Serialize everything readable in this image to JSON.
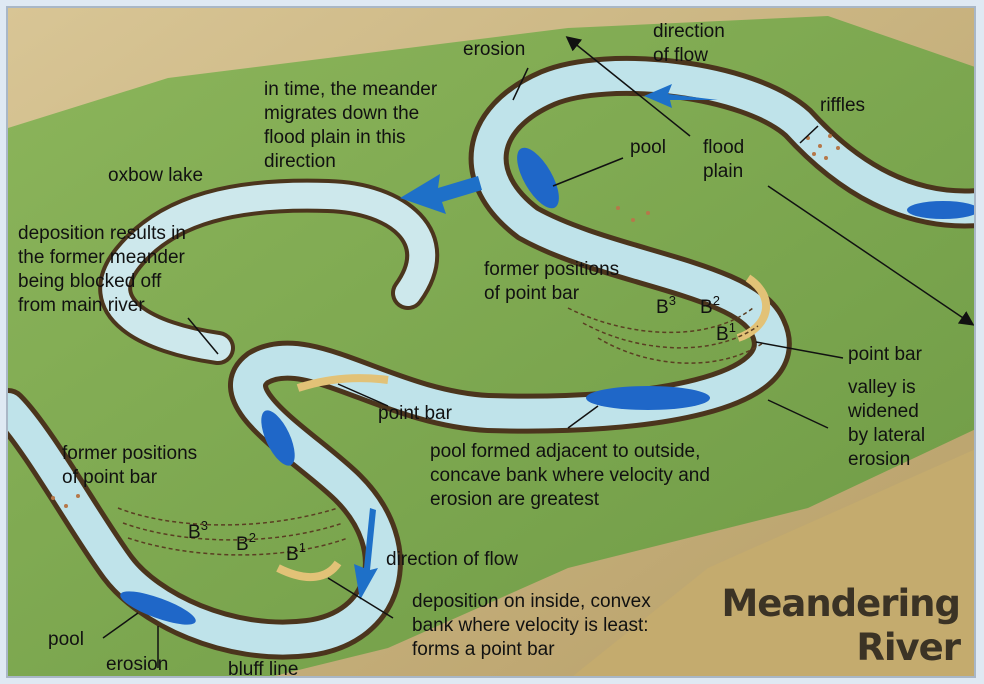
{
  "title": {
    "line1": "Meandering",
    "line2": "River"
  },
  "labels": {
    "erosion_top": "erosion",
    "direction_of_flow_top": "direction\nof flow",
    "riffles": "riffles",
    "meander_migrates": "in time, the meander\nmigrates down the\nflood plain in this\ndirection",
    "pool_top": "pool",
    "flood_plain": "flood\nplain",
    "oxbow_lake": "oxbow lake",
    "deposition_blocked": "deposition results in\nthe former meander\nbeing blocked off\nfrom main river",
    "former_positions_right": "former positions\nof point bar",
    "point_bar_right": "point bar",
    "valley_widened": "valley is\nwidened\nby lateral\nerosion",
    "point_bar_middle": "point bar",
    "pool_formed": "pool formed adjacent to outside,\nconcave bank where velocity and\nerosion are greatest",
    "former_positions_left": "former positions\nof point bar",
    "direction_of_flow_bottom": "direction of flow",
    "deposition_inside": "deposition on inside, convex\nbank where velocity is least:\nforms a point bar",
    "pool_bottom": "pool",
    "erosion_bottom": "erosion",
    "bluff_line": "bluff line"
  },
  "bar_marks": {
    "right": [
      {
        "base": "B",
        "sub": "3"
      },
      {
        "base": "B",
        "sub": "2"
      },
      {
        "base": "B",
        "sub": "1"
      }
    ],
    "left": [
      {
        "base": "B",
        "sub": "3"
      },
      {
        "base": "B",
        "sub": "2"
      },
      {
        "base": "B",
        "sub": "1"
      }
    ]
  },
  "colors": {
    "flood_plain": "#7ea84f",
    "valley_wall": "#c6b07c",
    "river": "#bfe3ea",
    "river_bank": "#5a3e22",
    "pool": "#1f67c8",
    "arrow": "#1e70c8",
    "point_bar": "#e2c277",
    "title": "#3b3325"
  }
}
